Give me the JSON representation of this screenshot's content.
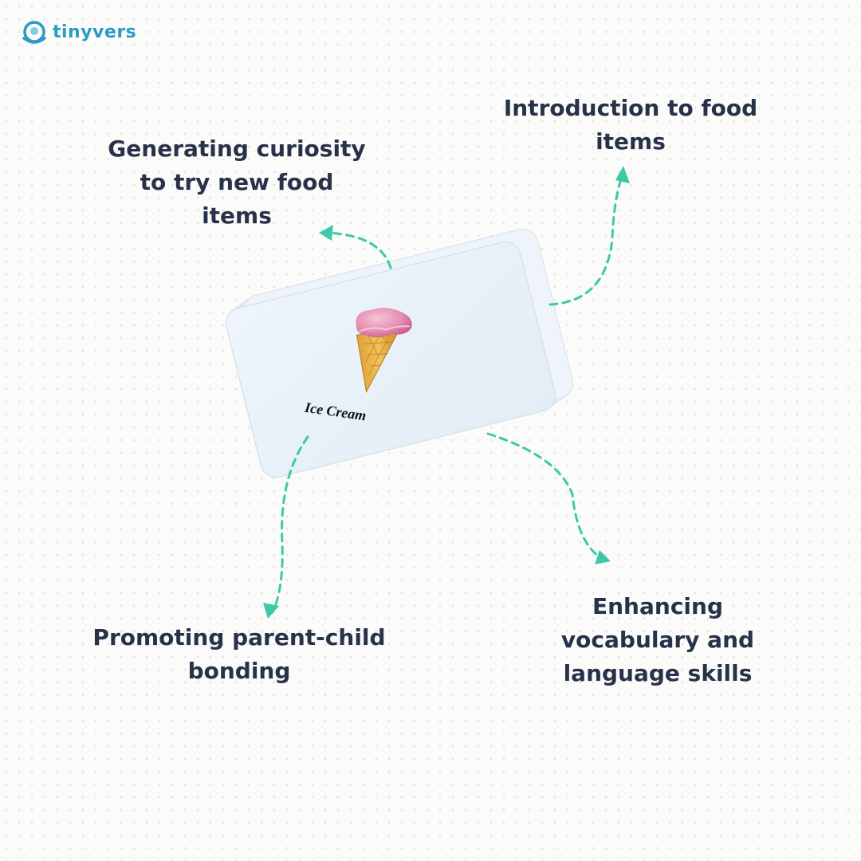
{
  "brand": {
    "name": "tinyvers",
    "logo_icon": "tinyvers-logo-icon"
  },
  "card": {
    "title": "Ice Cream",
    "image_icon": "ice-cream-cone-icon"
  },
  "benefits": [
    {
      "text": "Introduction to food items"
    },
    {
      "text": "Generating curiosity to try new food items"
    },
    {
      "text": "Promoting parent-child bonding"
    },
    {
      "text": "Enhancing vocabulary and language skills"
    }
  ],
  "colors": {
    "text": "#27324a",
    "arrow": "#3cc9a8",
    "brand": "#2a9bc4",
    "card": "#eaf3fa",
    "background": "#fbfbfa"
  }
}
